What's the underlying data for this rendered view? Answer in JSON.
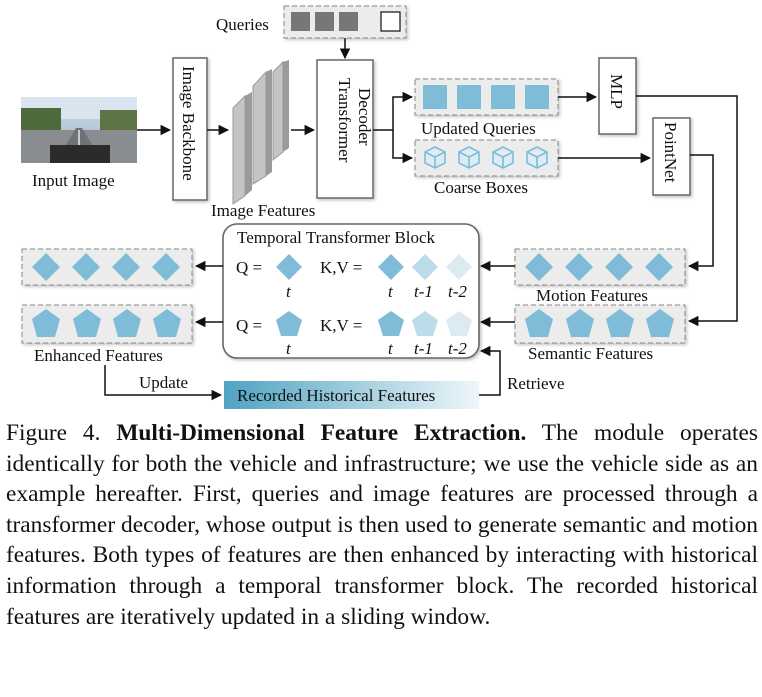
{
  "figure": {
    "queries_label": "Queries",
    "input_image_label": "Input Image",
    "image_backbone_label": "Image Backbone",
    "image_features_label": "Image Features",
    "transformer_decoder_line1": "Transformer",
    "transformer_decoder_line2": "Decoder",
    "updated_queries_label": "Updated Queries",
    "coarse_boxes_label": "Coarse Boxes",
    "mlp_label": "MLP",
    "pointnet_label": "PointNet",
    "temporal_block_title": "Temporal Transformer Block",
    "q_eq": "Q =",
    "kv_eq": "K,V =",
    "t": "t",
    "t_minus_1": "t-1",
    "t_minus_2": "t-2",
    "motion_features_label": "Motion Features",
    "semantic_features_label": "Semantic Features",
    "enhanced_features_label": "Enhanced Features",
    "update_label": "Update",
    "retrieve_label": "Retrieve",
    "recorded_historical_label": "Recorded Historical Features"
  },
  "caption": {
    "label": "Figure 4.",
    "title": "Multi-Dimensional Feature Extraction.",
    "text": "The module operates identically for both the vehicle and infrastructure; we use the vehicle side as an example hereafter. First, queries and image features are processed through a transformer decoder, whose output is then used to generate semantic and motion features. Both types of features are then enhanced by interacting with historical information through a temporal transformer block. The recorded historical features are iteratively updated in a sliding window."
  },
  "colors": {
    "feature_blue": "#7fbcd8",
    "feature_light": "#bcdcea",
    "feature_lighter": "#dcebf2",
    "query_gray": "#777777",
    "history_gradient_left": "#5aaac6",
    "history_gradient_right": "#e8f3f8"
  }
}
